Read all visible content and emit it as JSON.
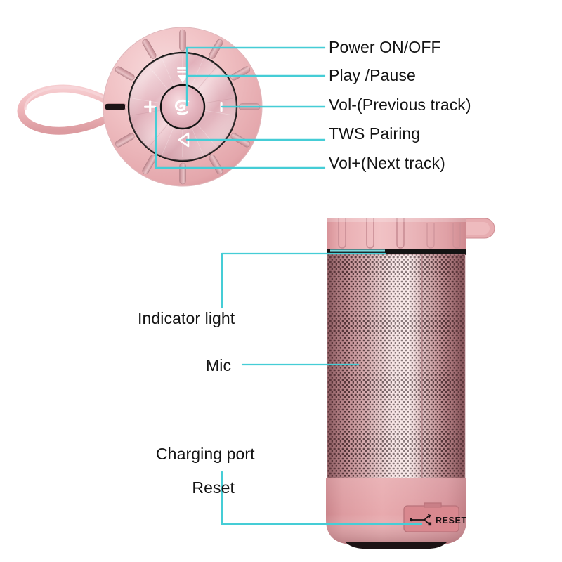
{
  "diagram": {
    "title": "Portable Bluetooth Speaker Feature Callout Diagram",
    "background_color": "#ffffff",
    "leader_line_color": "#45cdd6",
    "label_text_color": "#131313"
  },
  "palette": {
    "shell_pink": "#eeb8bb",
    "shell_pink_light": "#f6d3d5",
    "shell_pink_dark": "#d99a9f",
    "body_rose": "#e3a3a6",
    "base_rose": "#dd9095",
    "mesh_dark": "#3d2326",
    "metal_disc_light": "#f3d4d8",
    "metal_disc_mid": "#dba8b2",
    "indicator_band": "#141414",
    "icon_white": "#ffffff",
    "outline_dark": "#1b1b1b"
  },
  "top_view": {
    "name": "control-pad-top-view",
    "outer_slot_count": 12,
    "center_glyph": "tws-spiral-icon",
    "glyphs": [
      {
        "name": "play-pause-icon",
        "symbol": "play-pause-bars"
      },
      {
        "name": "vol-minus-icon",
        "symbol": "I"
      },
      {
        "name": "vol-plus-icon",
        "symbol": "+"
      },
      {
        "name": "tws-pairing-icon",
        "symbol": "triangle-left"
      }
    ],
    "lanyard": "lanyard-strap-loop"
  },
  "callouts_top": [
    {
      "id": "power",
      "label": "Power ON/OFF"
    },
    {
      "id": "play",
      "label": "Play /Pause"
    },
    {
      "id": "volminus",
      "label": "Vol-(Previous track)"
    },
    {
      "id": "tws",
      "label": "TWS Pairing"
    },
    {
      "id": "volplus",
      "label": "Vol+(Next track)"
    }
  ],
  "callouts_body": [
    {
      "id": "indicator",
      "label": "Indicator light"
    },
    {
      "id": "mic",
      "label": "Mic"
    },
    {
      "id": "charging",
      "label_line1": "Charging port",
      "label_line2": "Reset"
    }
  ],
  "body_view": {
    "name": "speaker-body-side-view",
    "top_cap": "top-cap-with-slots",
    "indicator_strip": "indicator-light-strip",
    "grille": "speaker-mesh-grille",
    "base": "speaker-base",
    "port_panel": {
      "name": "charging-port-panel",
      "usb_icon": "usb-icon",
      "reset_text": "RESET"
    },
    "lanyard_tab": "lanyard-tab"
  }
}
